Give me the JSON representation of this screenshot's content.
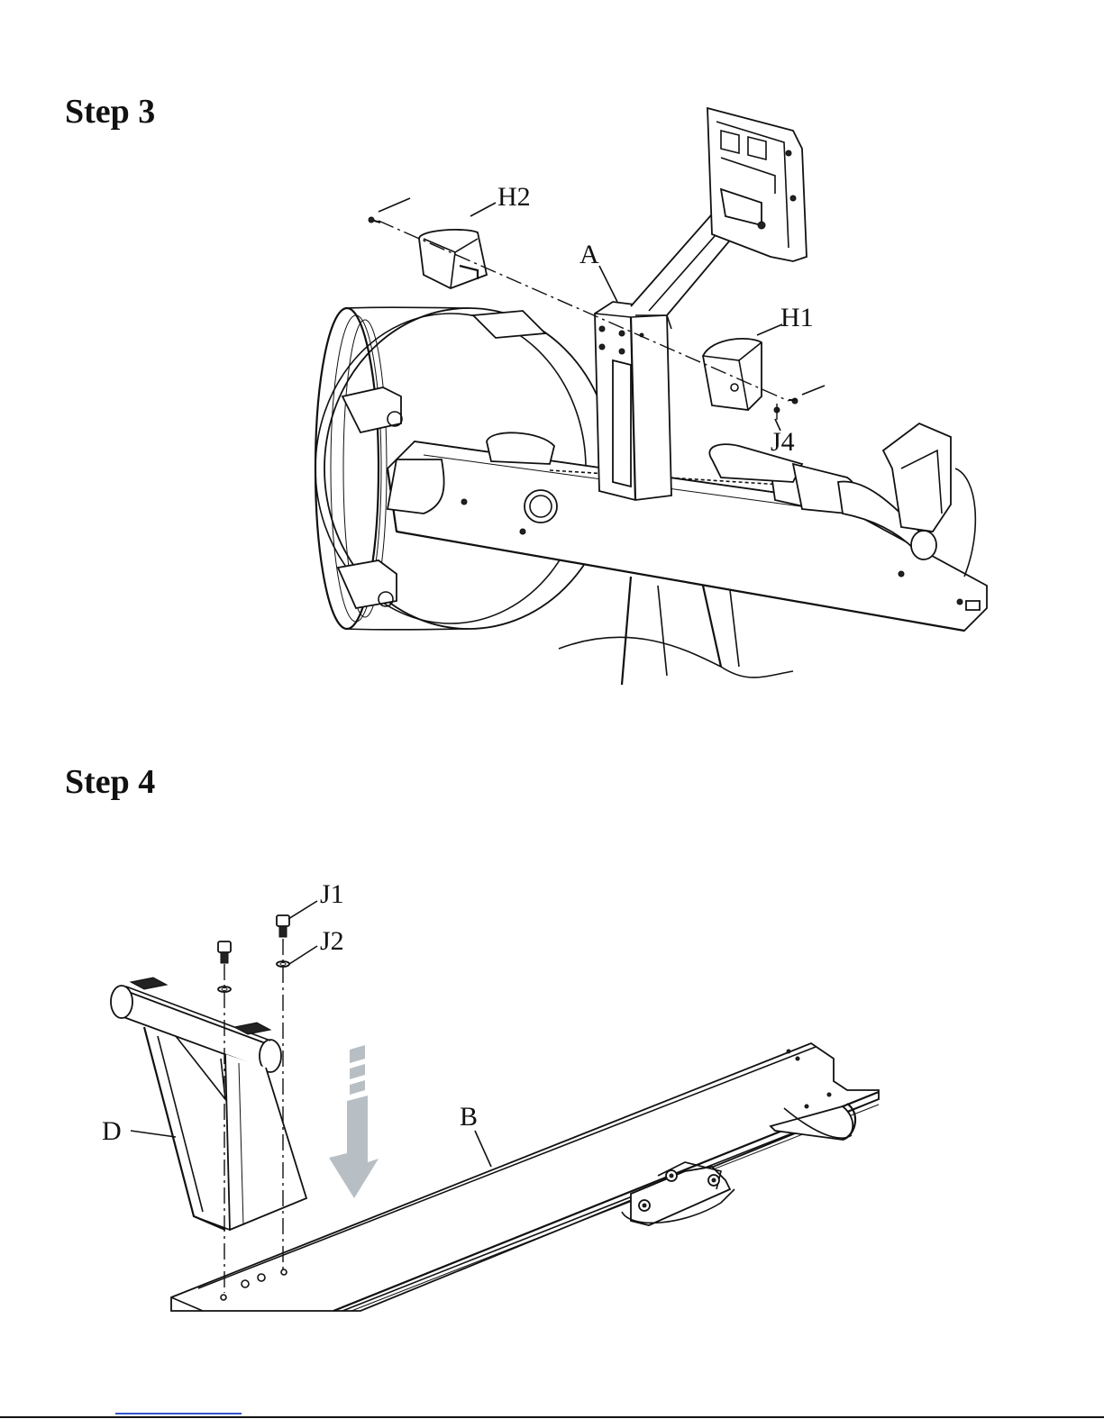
{
  "step3": {
    "title": "Step 3",
    "labels": {
      "h2": "H2",
      "a": "A",
      "h1": "H1",
      "j4": "J4"
    }
  },
  "step4": {
    "title": "Step 4",
    "labels": {
      "j1": "J1",
      "j2": "J2",
      "d": "D",
      "b": "B"
    }
  },
  "colors": {
    "line": "#111111",
    "arrow": "#b8bfc4",
    "footer_link": "#3355cc"
  }
}
